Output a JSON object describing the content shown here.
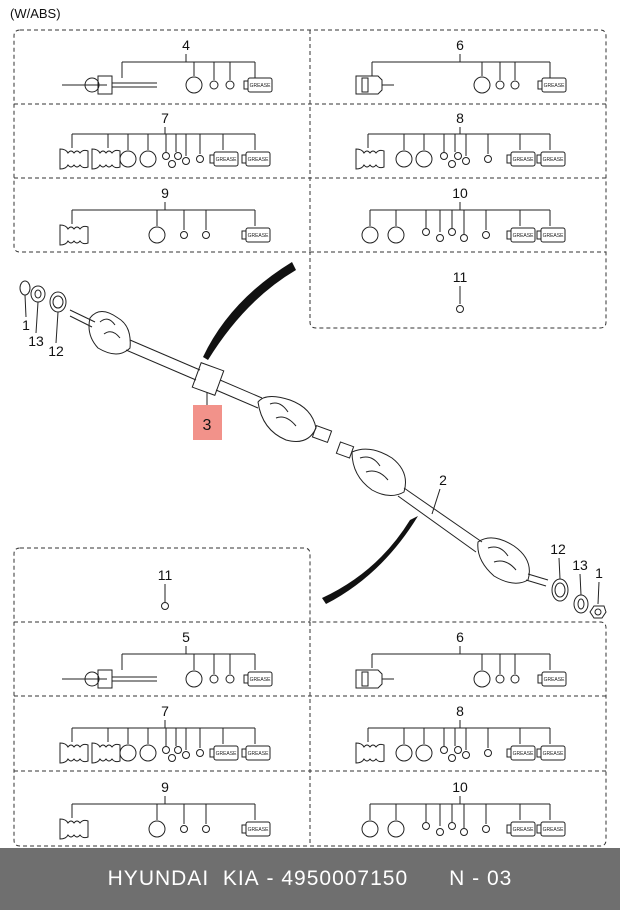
{
  "header": {
    "variant_note": "(W/ABS)"
  },
  "kit_panels": {
    "upper": [
      {
        "number": "4",
        "kind": "outer-joint-kit",
        "has_grease": true
      },
      {
        "number": "6",
        "kind": "inner-joint-kit",
        "has_grease": true
      },
      {
        "number": "7",
        "kind": "outer-boot-kit",
        "has_grease": true
      },
      {
        "number": "8",
        "kind": "inner-boot-kit",
        "has_grease": true
      },
      {
        "number": "9",
        "kind": "boot-kit",
        "has_grease": true
      },
      {
        "number": "10",
        "kind": "boot-kit",
        "has_grease": true
      },
      {
        "number": "11",
        "kind": "single-part",
        "has_grease": false
      }
    ],
    "lower": [
      {
        "number": "11",
        "kind": "single-part",
        "has_grease": false
      },
      {
        "number": "5",
        "kind": "outer-joint-kit",
        "has_grease": true
      },
      {
        "number": "6",
        "kind": "inner-joint-kit",
        "has_grease": true
      },
      {
        "number": "7",
        "kind": "outer-boot-kit",
        "has_grease": true
      },
      {
        "number": "8",
        "kind": "inner-boot-kit",
        "has_grease": true
      },
      {
        "number": "9",
        "kind": "boot-kit",
        "has_grease": true
      },
      {
        "number": "10",
        "kind": "boot-kit",
        "has_grease": true
      }
    ],
    "grease_label": "GREASE"
  },
  "callouts": {
    "left_side": [
      "1",
      "13",
      "12"
    ],
    "right_side": [
      "12",
      "13",
      "1"
    ],
    "upper_shaft": "3",
    "lower_shaft": "2"
  },
  "colors": {
    "callout_highlight": "#f2928a",
    "footer_bg": "#6f6f6f"
  },
  "footer": {
    "brand": "HYUNDAI",
    "make": "KIA",
    "part_number": "4950007150",
    "ref_code": "N - 03"
  }
}
